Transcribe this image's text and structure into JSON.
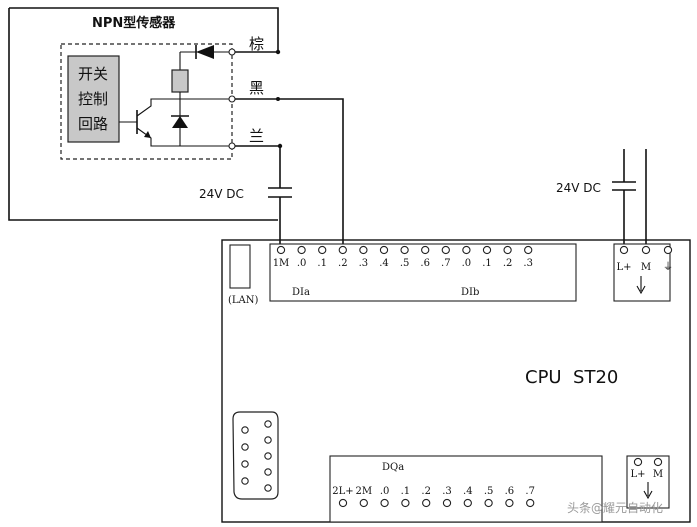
{
  "sensor": {
    "title": "NPN型传感器",
    "circuit_label_lines": [
      "开关",
      "控制",
      "回路"
    ],
    "wire_brown": "棕",
    "wire_black": "黑",
    "wire_blue": "兰"
  },
  "power_left": {
    "label": "24V DC"
  },
  "power_right": {
    "label": "24V DC"
  },
  "plc": {
    "model": "CPU  ST20",
    "lan_label": "(LAN)",
    "input_terminals": [
      "1M",
      ".0",
      ".1",
      ".2",
      ".3",
      ".4",
      ".5",
      ".6",
      ".7",
      ".0",
      ".1",
      ".2",
      ".3"
    ],
    "input_group_a": "DIa",
    "input_group_b": "DIb",
    "supply_terminals": [
      "L+",
      "M",
      "⏚"
    ],
    "output_group": "DQa",
    "output_terminals": [
      "2L+",
      "2M",
      ".0",
      ".1",
      ".2",
      ".3",
      ".4",
      ".5",
      ".6",
      ".7"
    ],
    "bottom_supply_terminals": [
      "L+",
      "M"
    ]
  },
  "watermark": "头条@耀元自动化",
  "colors": {
    "line": "#111111",
    "component_fill": "#c8c8c8"
  }
}
